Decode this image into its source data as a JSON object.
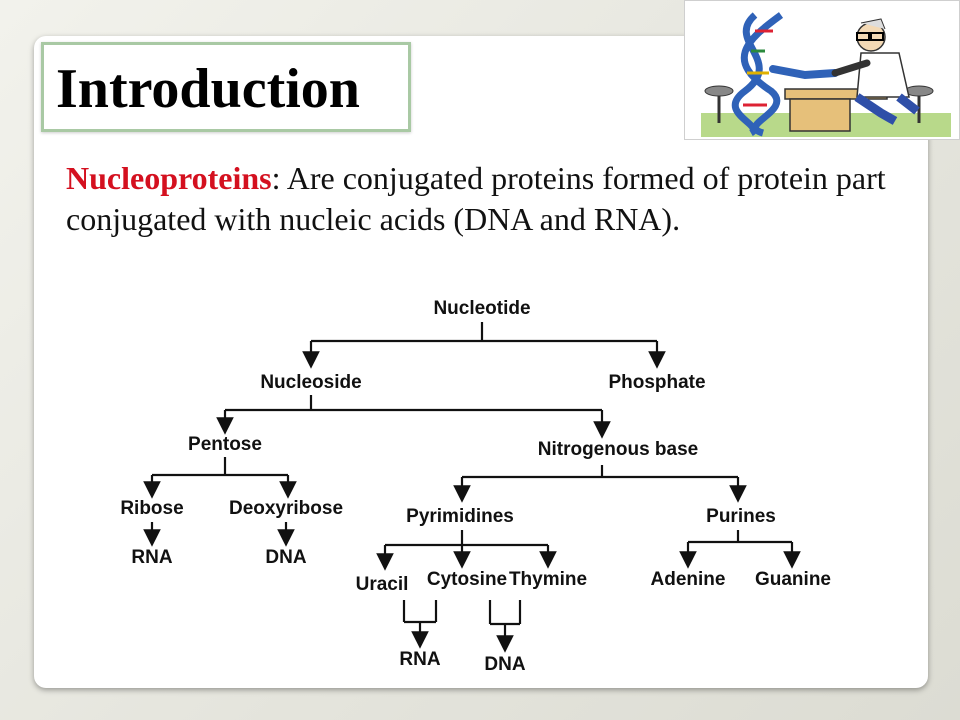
{
  "slide": {
    "title": "Introduction",
    "term": "Nucleoproteins",
    "definition": ": Are conjugated proteins formed of protein part conjugated with nucleic acids (DNA and RNA)."
  },
  "diagram": {
    "nucleotide": "Nucleotide",
    "nucleoside": "Nucleoside",
    "phosphate": "Phosphate",
    "pentose": "Pentose",
    "nitrogenous_base": "Nitrogenous base",
    "ribose": "Ribose",
    "deoxyribose": "Deoxyribose",
    "ribose_product": "RNA",
    "deoxyribose_product": "DNA",
    "pyrimidines": "Pyrimidines",
    "purines": "Purines",
    "uracil": "Uracil",
    "cytosine": "Cytosine",
    "thymine": "Thymine",
    "adenine": "Adenine",
    "guanine": "Guanine",
    "rna_out": "RNA",
    "dna_out": "DNA"
  },
  "illustration": {
    "icon": "dna-scientist-illustration"
  }
}
